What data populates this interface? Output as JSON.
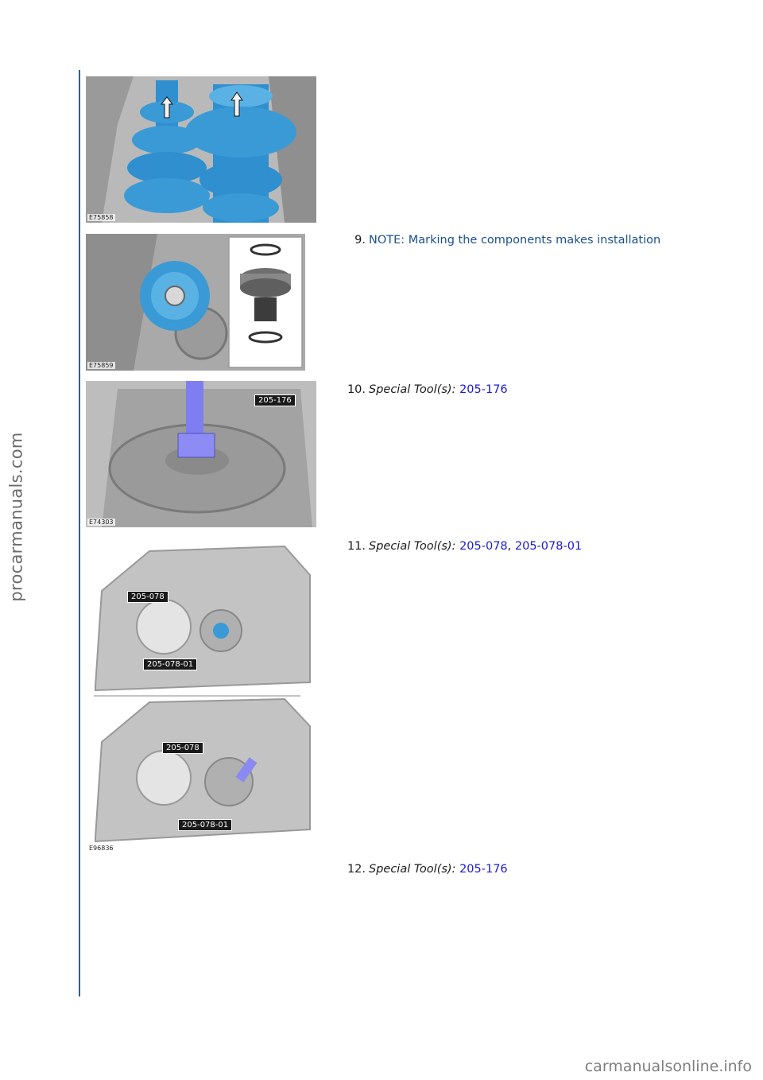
{
  "watermark_side": "procarmanuals.com",
  "watermark_footer": "carmanualsonline.info",
  "page_footer": "",
  "figures": [
    {
      "code": "E75858",
      "icon": "gear-cluster-illustration"
    },
    {
      "code": "E75859",
      "icon": "gear-and-bearing-illustration"
    },
    {
      "code": "E74303",
      "icon": "tool-in-case-illustration",
      "callouts": [
        "205-176"
      ]
    },
    {
      "code": "E96836",
      "icon": "case-with-tools-illustration",
      "callouts": [
        "205-078",
        "205-078-01",
        "205-078",
        "205-078-01"
      ]
    }
  ],
  "steps": [
    {
      "number": "9.",
      "note": "NOTE: Marking the components makes installation"
    },
    {
      "number": "10.",
      "label": "Special Tool(s):",
      "tools": [
        "205-176"
      ]
    },
    {
      "number": "11.",
      "label": "Special Tool(s):",
      "tools": [
        "205-078",
        "205-078-01"
      ],
      "separator": ", "
    },
    {
      "number": "12.",
      "label": "Special Tool(s):",
      "tools": [
        "205-176"
      ]
    }
  ],
  "colors": {
    "rule": "#2c5fa1",
    "note": "#1a5091",
    "link": "#1a1ad8",
    "highlight": "#3a9ad6"
  }
}
